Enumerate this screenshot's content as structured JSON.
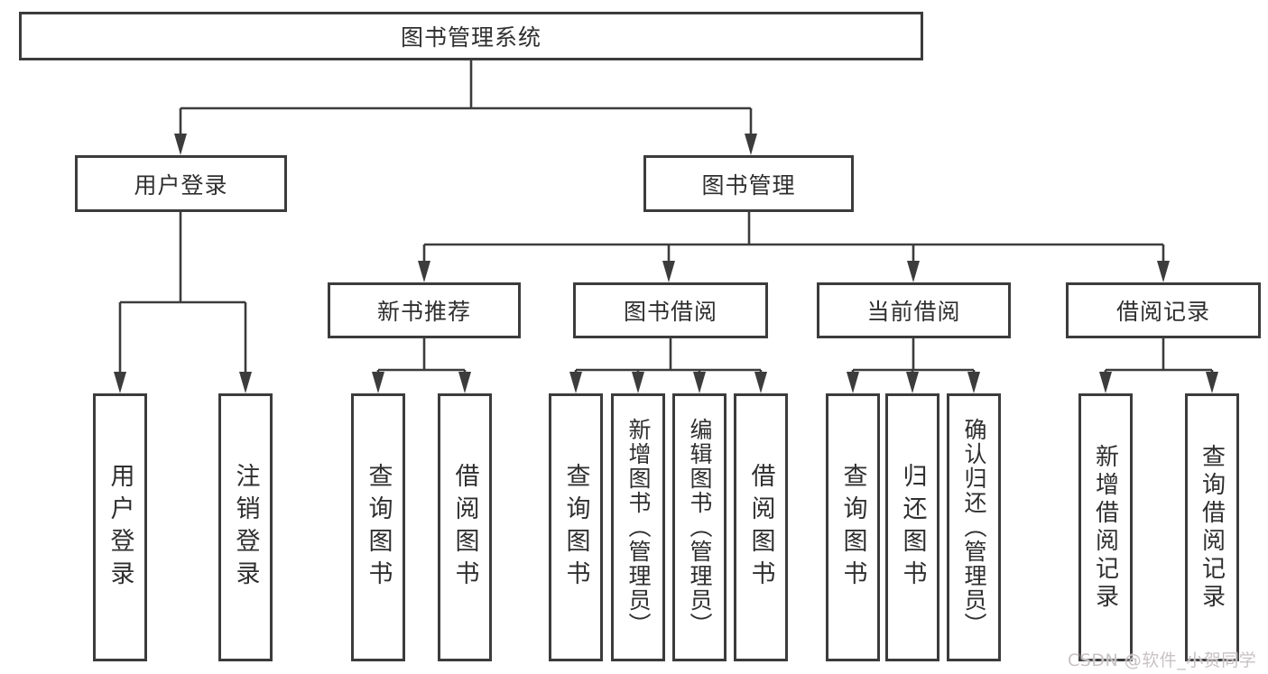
{
  "diagram": {
    "title": "图书管理系统",
    "root": "图书管理系统",
    "level1": [
      "用户登录",
      "图书管理"
    ],
    "level2": [
      "新书推荐",
      "图书借阅",
      "当前借阅",
      "借阅记录"
    ],
    "leaves": {
      "user_login": [
        "用户登录",
        "注销登录"
      ],
      "new_book_recommend": [
        "查询图书",
        "借阅图书"
      ],
      "book_borrow": [
        "查询图书",
        "新增图书（管理员）",
        "编辑图书（管理员）",
        "借阅图书"
      ],
      "current_borrow": [
        "查询图书",
        "归还图书",
        "确认归还（管理员）"
      ],
      "borrow_records": [
        "新增借阅记录",
        "查询借阅记录"
      ]
    }
  },
  "watermark": "CSDN @软件_小贺同学",
  "colors": {
    "line": "#3c3c3c",
    "text": "#2f2f2f",
    "watermark": "#c9c2c4",
    "background": "#ffffff"
  }
}
